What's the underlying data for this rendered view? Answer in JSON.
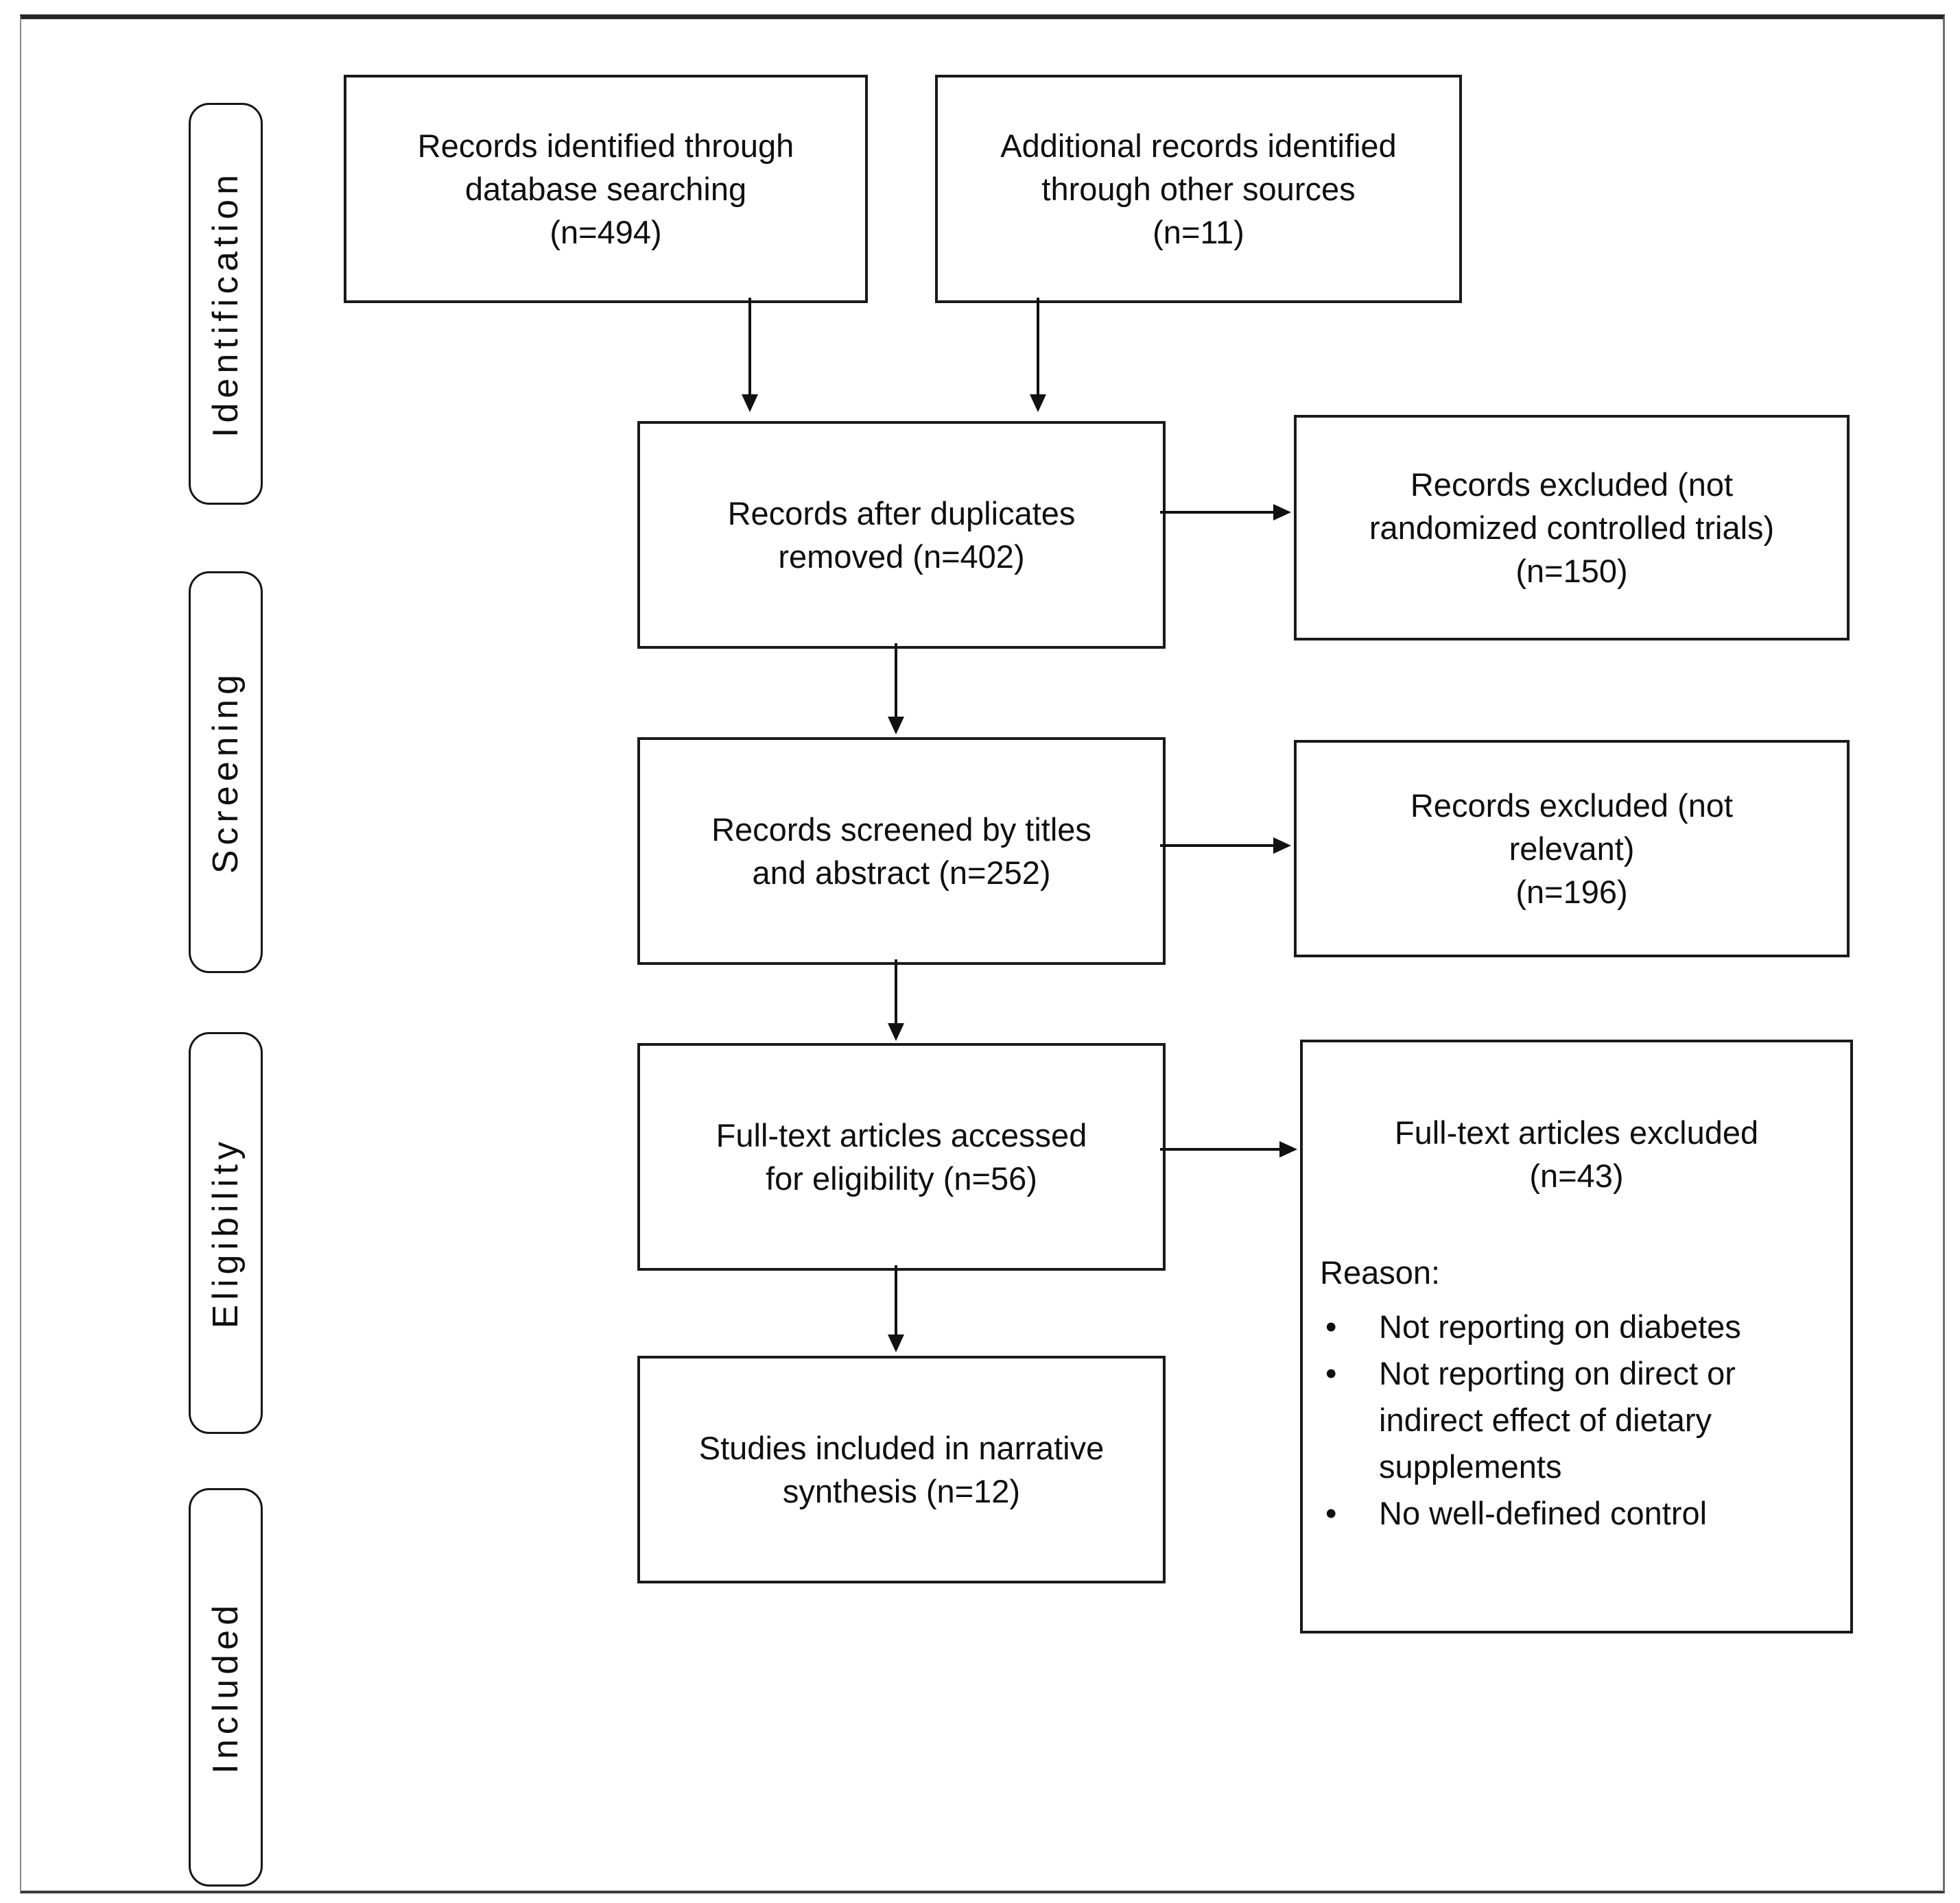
{
  "colors": {
    "background": "#ffffff",
    "ink": "#0f0f0f",
    "box_border": "#1a1a1a",
    "frame_top": "#262626",
    "arrow": "#111111"
  },
  "sidebar": {
    "stages": [
      {
        "label": "Identification"
      },
      {
        "label": "Screening"
      },
      {
        "label": "Eligibility"
      },
      {
        "label": "Included"
      }
    ]
  },
  "flow": {
    "identified_db": {
      "n": 494,
      "lines": [
        "Records identified through",
        "database searching",
        "(n=494)"
      ]
    },
    "identified_other": {
      "n": 11,
      "lines": [
        "Additional records identified",
        "through other sources",
        "(n=11)"
      ]
    },
    "after_duplicates": {
      "n": 402,
      "lines": [
        "Records after duplicates",
        "removed (n=402)"
      ]
    },
    "screened": {
      "n": 252,
      "lines": [
        "Records screened by titles",
        "and abstract (n=252)"
      ]
    },
    "fulltext_assessed": {
      "n": 56,
      "lines": [
        "Full-text articles accessed",
        "for eligibility (n=56)"
      ]
    },
    "included_narrative": {
      "n": 12,
      "lines": [
        "Studies included in narrative",
        "synthesis (n=12)"
      ]
    }
  },
  "exclusions": {
    "not_rct": {
      "n": 150,
      "lines": [
        "Records excluded (not",
        "randomized controlled trials)",
        "(n=150)"
      ]
    },
    "not_relevant": {
      "n": 196,
      "lines": [
        "Records excluded (not",
        "relevant)",
        "(n=196)"
      ]
    },
    "fulltext_excluded": {
      "n": 43,
      "title_lines": [
        "Full-text articles excluded",
        "(n=43)"
      ],
      "reason_label": "Reason:",
      "reasons": [
        "Not reporting on diabetes",
        "Not reporting on direct or indirect effect of dietary supplements",
        "No well-defined control"
      ]
    }
  }
}
